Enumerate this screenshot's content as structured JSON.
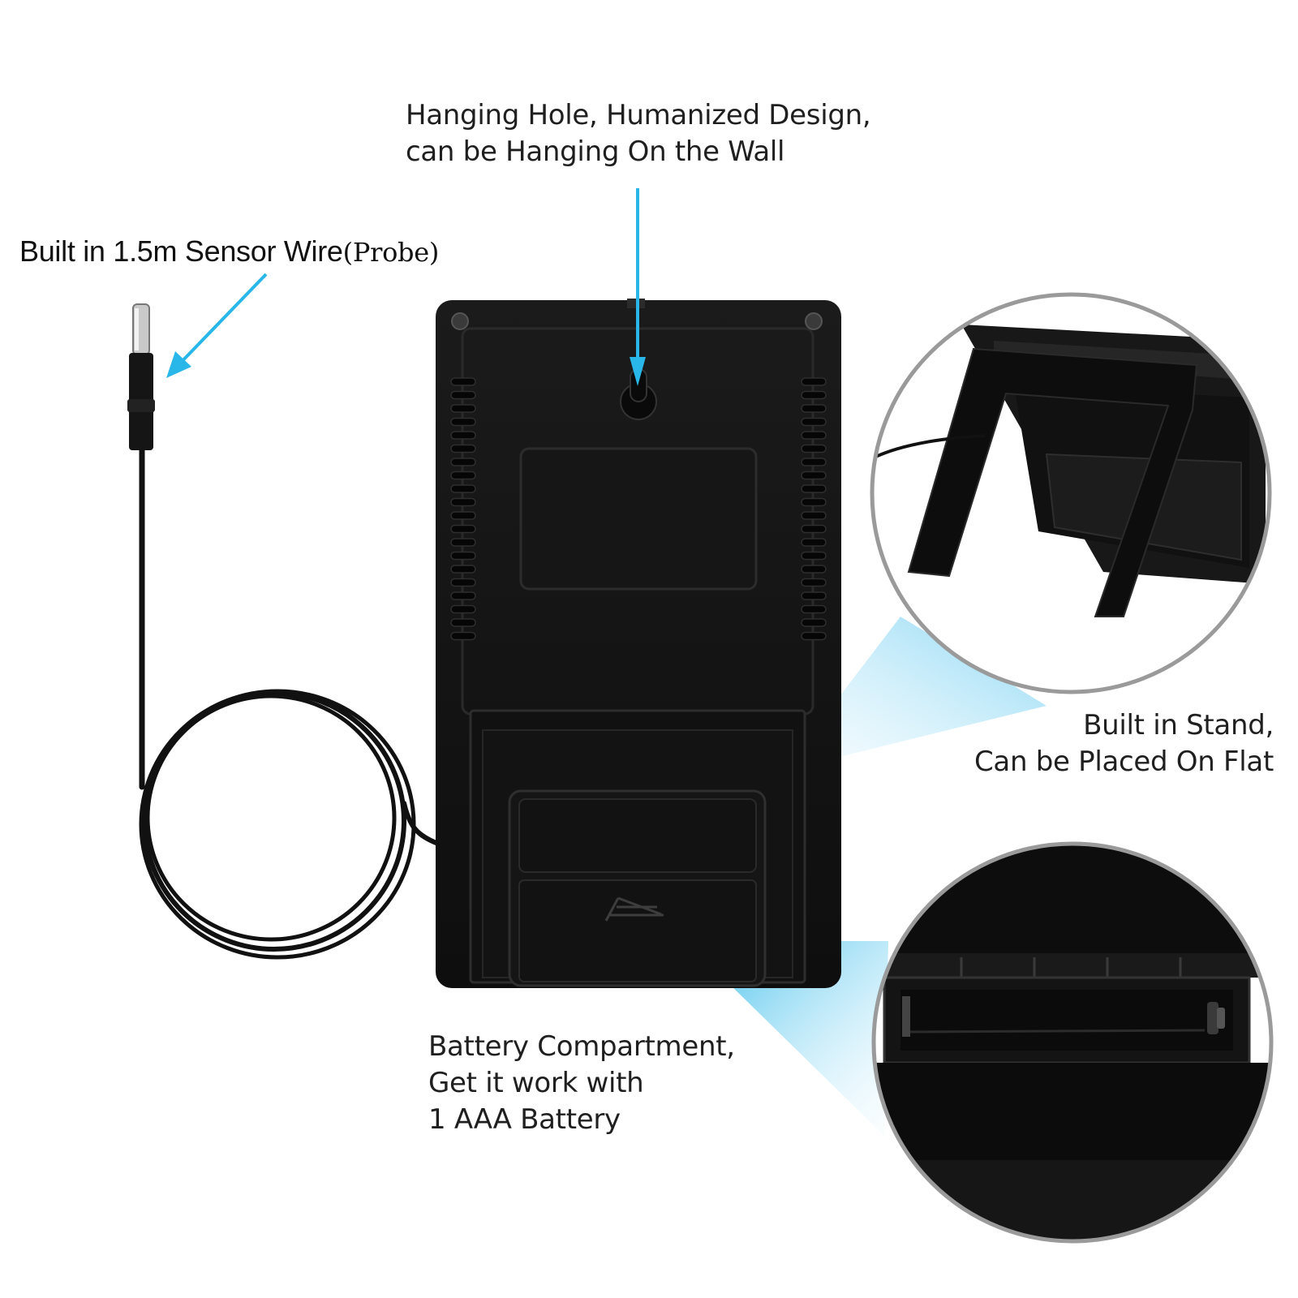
{
  "callouts": {
    "hanging_hole": {
      "line1": "Hanging Hole, Humanized Design,",
      "line2": "can be Hanging On the Wall"
    },
    "sensor_wire": {
      "main": "Built in 1.5m Sensor Wire",
      "probe": "(Probe)"
    },
    "stand": {
      "line1": "Built in Stand,",
      "line2": "Can be Placed On Flat"
    },
    "battery": {
      "line1": "Battery Compartment,",
      "line2": "Get it work with",
      "line3": "1 AAA Battery"
    }
  },
  "colors": {
    "arrow": "#29b6e8",
    "device": "#141414",
    "lens_ring": "#9a9a9a"
  }
}
